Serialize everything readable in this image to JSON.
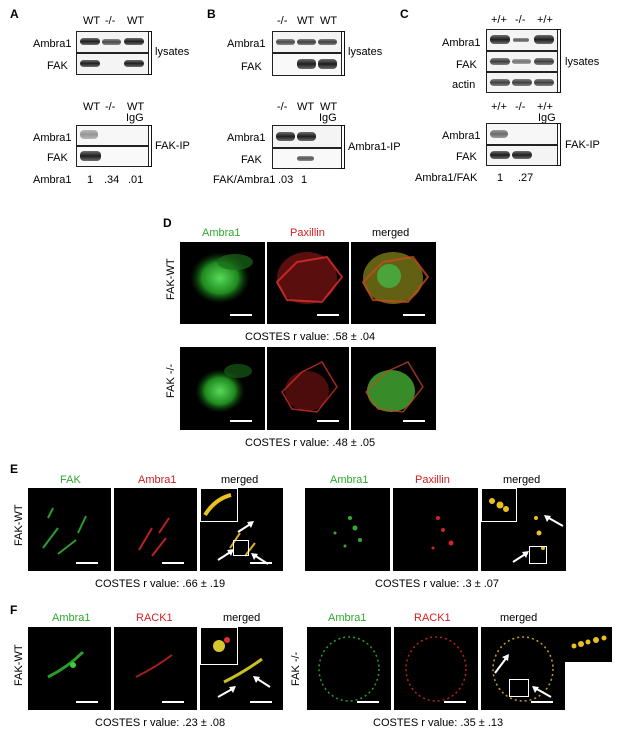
{
  "panel_a": {
    "letter": "A",
    "lys_lanes": [
      "WT",
      "-/-",
      "WT"
    ],
    "ip_lanes": [
      "WT",
      "-/-",
      "WT"
    ],
    "ip_igg": "IgG",
    "row1": "Ambra1",
    "row2": "FAK",
    "lysates": "lysates",
    "ip_label": "FAK-IP",
    "quant_label": "Ambra1",
    "quant": [
      "1",
      ".34",
      ".01"
    ]
  },
  "panel_b": {
    "letter": "B",
    "lys_lanes": [
      "-/-",
      "WT",
      "WT"
    ],
    "ip_lanes": [
      "-/-",
      "WT",
      "WT"
    ],
    "ip_igg": "IgG",
    "row1": "Ambra1",
    "row2": "FAK",
    "lysates": "lysates",
    "ip_label": "Ambra1-IP",
    "quant_label": "FAK/Ambra1",
    "quant": [
      ".03",
      "1"
    ]
  },
  "panel_c": {
    "letter": "C",
    "lys_lanes": [
      "+/+",
      "-/-",
      "+/+"
    ],
    "ip_lanes": [
      "+/+",
      "-/-",
      "+/+"
    ],
    "ip_igg": "IgG",
    "row1": "Ambra1",
    "row2": "FAK",
    "row3": "actin",
    "lysates": "lysates",
    "ip_label": "FAK-IP",
    "quant_label": "Ambra1/FAK",
    "quant": [
      "1",
      ".27"
    ]
  },
  "panel_d": {
    "letter": "D",
    "channels": [
      "Ambra1",
      "Paxillin",
      "merged"
    ],
    "rows": [
      "FAK-WT",
      "FAK -/-"
    ],
    "costes": [
      "COSTES r value: .58 ± .04",
      "COSTES r value: .48 ± .05"
    ]
  },
  "panel_e": {
    "letter": "E",
    "row_label": "FAK-WT",
    "left_channels": [
      "FAK",
      "Ambra1",
      "merged"
    ],
    "right_channels": [
      "Ambra1",
      "Paxillin",
      "merged"
    ],
    "costes": [
      "COSTES r value: .66 ± .19",
      "COSTES r value: .3 ± .07"
    ]
  },
  "panel_f": {
    "letter": "F",
    "left_row_label": "FAK-WT",
    "right_row_label": "FAK -/-",
    "left_channels": [
      "Ambra1",
      "RACK1",
      "merged"
    ],
    "right_channels": [
      "Ambra1",
      "RACK1",
      "merged"
    ],
    "costes": [
      "COSTES r value: .23 ± .08",
      "COSTES r value: .35 ± .13"
    ]
  },
  "colors": {
    "green_channel": "#2fa82f",
    "red_channel": "#d22020"
  }
}
